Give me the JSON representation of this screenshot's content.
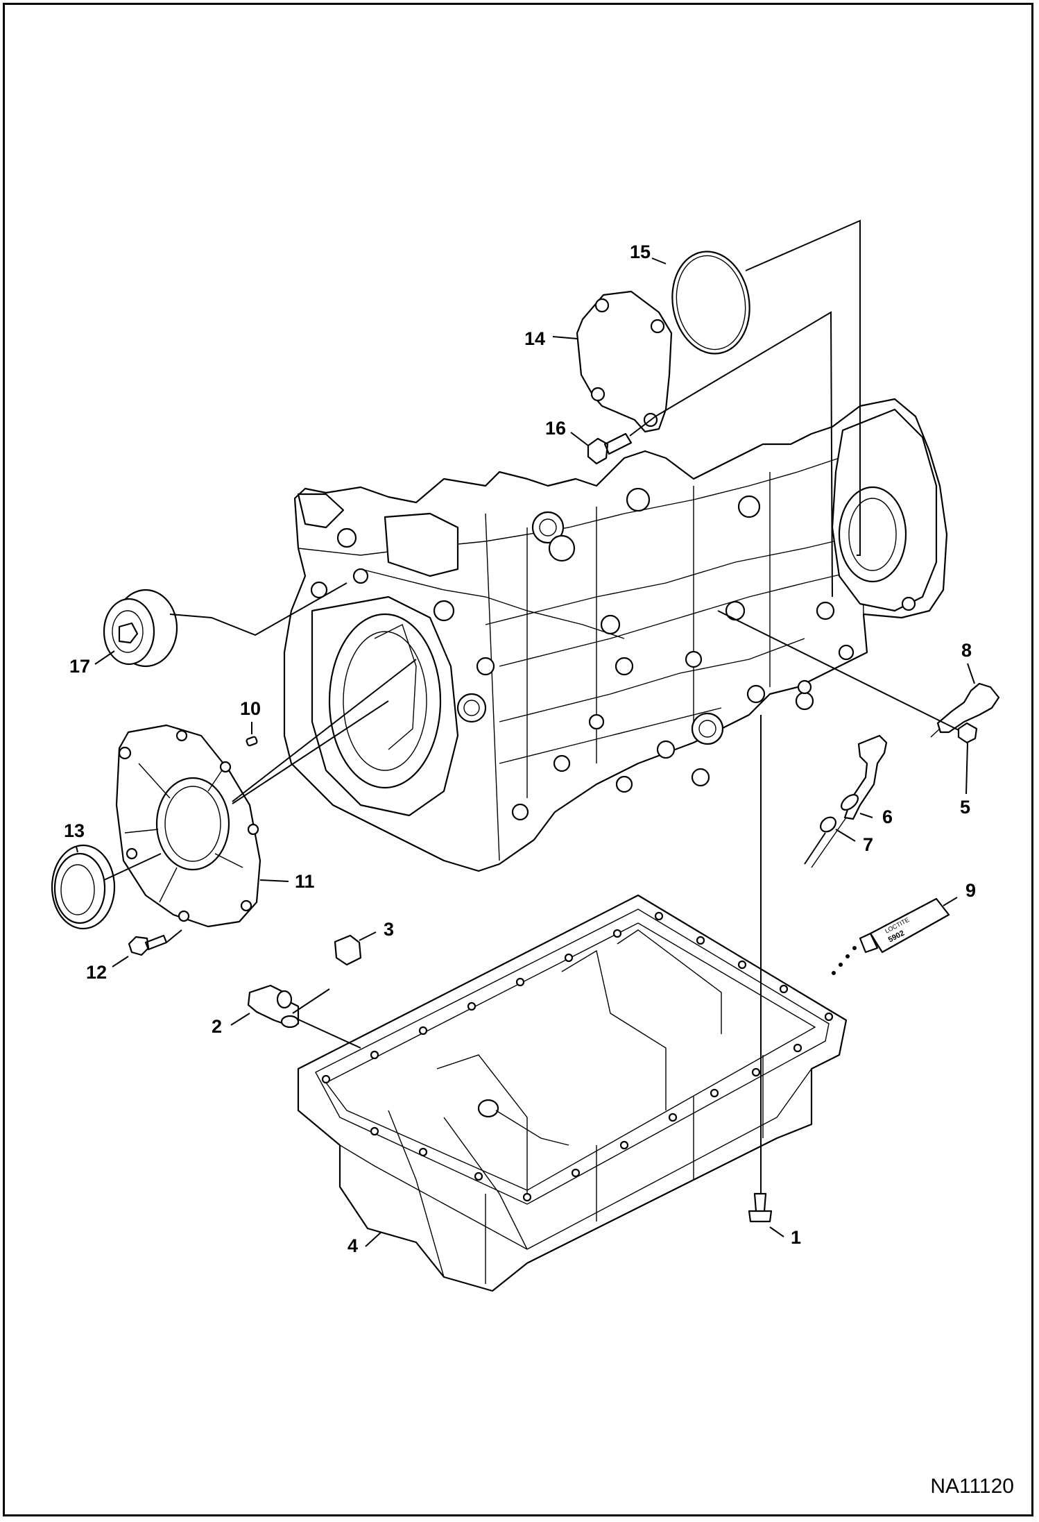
{
  "figure_id": "NA11120",
  "callouts": [
    "1",
    "2",
    "3",
    "4",
    "5",
    "6",
    "7",
    "8",
    "9",
    "10",
    "11",
    "12",
    "13",
    "14",
    "15",
    "16",
    "17"
  ],
  "sealant_label": {
    "line1": "LOCTITE",
    "line2": "5902"
  }
}
